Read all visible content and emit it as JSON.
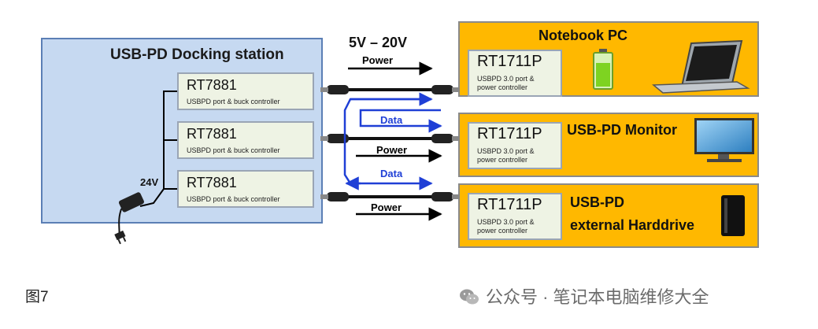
{
  "dock": {
    "title": "USB-PD Docking station",
    "controllers": [
      {
        "name": "RT7881",
        "desc": "USBPD  port & buck controller"
      },
      {
        "name": "RT7881",
        "desc": "USBPD  port & buck controller"
      },
      {
        "name": "RT7881",
        "desc": "USBPD  port & buck controller"
      }
    ],
    "input_voltage": "24V"
  },
  "links": {
    "voltage_range": "5V – 20V",
    "power_label": "Power",
    "data_label": "Data"
  },
  "devices": [
    {
      "title": "Notebook PC",
      "chip": "RT1711P",
      "chip_line1": "USBPD 3.0 port &",
      "chip_line2": "power controller"
    },
    {
      "title": "USB-PD Monitor",
      "chip": "RT1711P",
      "chip_line1": "USBPD 3.0 port &",
      "chip_line2": "power controller"
    },
    {
      "title_line1": "USB-PD",
      "title_line2": "external Harddrive",
      "chip": "RT1711P",
      "chip_line1": "USBPD 3.0 port &",
      "chip_line2": "power controller"
    }
  ],
  "caption": "图7",
  "watermark": "公众号 · 笔记本电脑维修大全",
  "colors": {
    "dock_bg": "#c6d9f1",
    "device_bg": "#ffb800",
    "data_arrow": "#1f3fd6",
    "power_arrow": "#000000",
    "battery": "#7ed321"
  }
}
